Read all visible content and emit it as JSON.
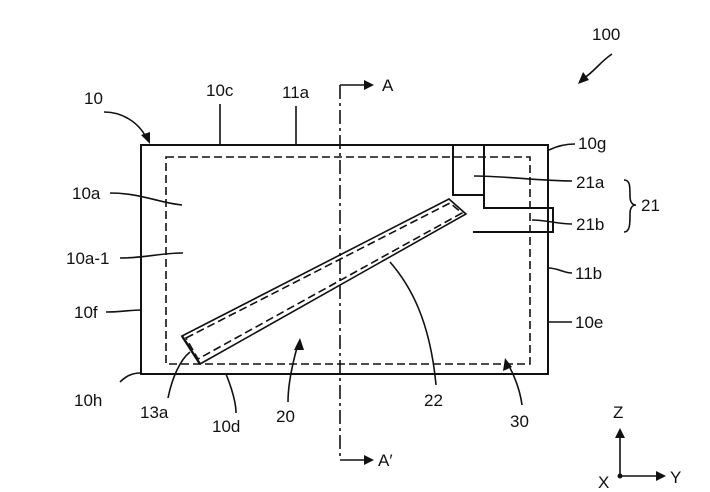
{
  "labels": {
    "ref_100": "100",
    "ref_10": "10",
    "ref_10c": "10c",
    "ref_11a": "11a",
    "ref_A_top": "A",
    "ref_10g": "10g",
    "ref_10a": "10a",
    "ref_21a": "21a",
    "ref_21b": "21b",
    "ref_21": "21",
    "ref_10a1": "10a-1",
    "ref_11b": "11b",
    "ref_10f": "10f",
    "ref_10e": "10e",
    "ref_10h": "10h",
    "ref_13a": "13a",
    "ref_10d": "10d",
    "ref_20": "20",
    "ref_22": "22",
    "ref_30": "30",
    "ref_A_bottom": "A′",
    "axis_z": "Z",
    "axis_x": "X",
    "axis_y": "Y"
  }
}
